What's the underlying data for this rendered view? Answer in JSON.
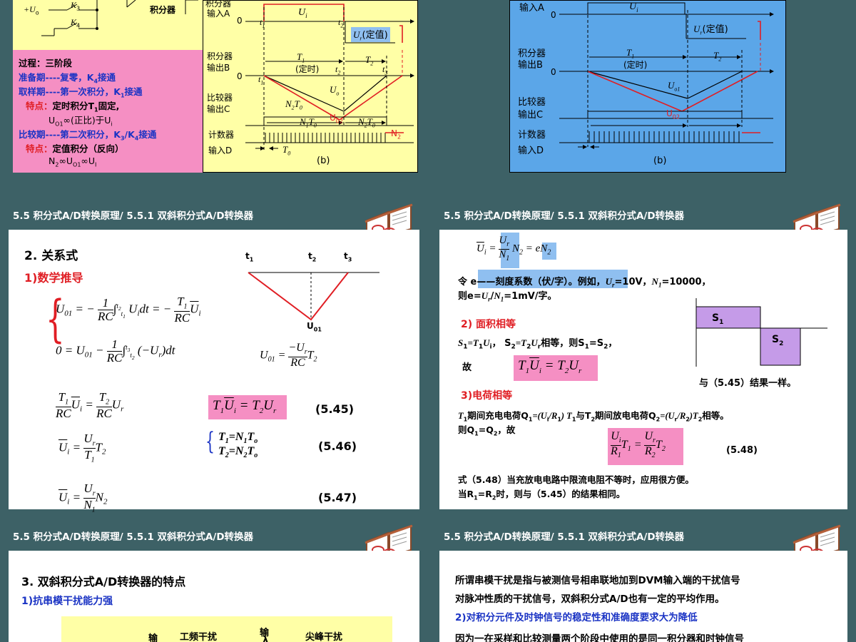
{
  "colors": {
    "bg": "#3d6166",
    "pink": "#f58fc3",
    "yellow_panel": "#ffffa6",
    "blue_panel": "#5ba6e8",
    "red": "#e01e24",
    "blue_text": "#1a33c4"
  },
  "top_left": {
    "circuit": {
      "input": "+U",
      "input_sub": "o",
      "switch_k3": "K",
      "switch_k3_sub": "3",
      "switch_k4": "K",
      "switch_k4_sub": "4",
      "integrator": "积分器"
    },
    "process": {
      "title": "过程：三阶段",
      "prep": "准备期----复零，K",
      "prep_sub": "4",
      "prep_tail": "接通",
      "sample": "取样期----第一次积分，K",
      "sample_sub": "1",
      "sample_tail": "接通",
      "sample_feature_label": "特点：",
      "sample_feature": "定时积分T",
      "sample_feature_sub": "1",
      "sample_feature_tail": "固定,",
      "sample_relation": "U",
      "sample_relation_sub": "O1",
      "sample_relation_tail": "∞(正比)于U",
      "sample_relation_sub2": "i",
      "compare": "比较期----第二次积分，K",
      "compare_sub": "3",
      "compare_mid": "/K",
      "compare_sub2": "4",
      "compare_tail": "接通",
      "compare_feature_label": "特点：",
      "compare_feature": "定值积分（反向）",
      "compare_relation": "N",
      "compare_relation_sub": "2",
      "compare_relation_mid": "∞U",
      "compare_relation_sub2": "O1",
      "compare_relation_mid2": "∞U",
      "compare_relation_sub3": "I"
    },
    "timing": {
      "labels": {
        "integrator_in": "积分器",
        "input_a": "输入A",
        "integrator_out": "积分器",
        "output_b": "输出B",
        "comparator": "比较器",
        "output_c": "输出C",
        "counter": "计数器",
        "input_d": "输入D"
      },
      "zero_a": "0",
      "zero_b": "0",
      "t1": "t",
      "t1_sub": "1",
      "t2": "t",
      "t2_sub": "2",
      "t3": "t",
      "t3_sub": "3",
      "ui": "U",
      "ui_sub": "i",
      "ur_fixed": "U",
      "ur_fixed_sub": "r",
      "ur_fixed_tail": "(定值)",
      "T1": "T",
      "T1_sub": "1",
      "T1_note": "(定时)",
      "T2": "T",
      "T2_sub": "2",
      "uo": "U",
      "uo_sub": "o",
      "u02": "U",
      "u02_sub": "02",
      "n2t0": "N",
      "n2t0_sub": "2",
      "n2t0_tail": "T",
      "n2t0_sub2": "0",
      "n1t0": "N",
      "n1t0_sub": "1",
      "n1t0_tail": "T",
      "n1t0_sub2": "0",
      "n2": "N",
      "n2_sub": "2",
      "t0": "T",
      "t0_sub": "0",
      "caption": "(b)"
    }
  },
  "top_right": {
    "timing": {
      "labels": {
        "input_a": "输入A",
        "integrator_out": "积分器",
        "output_b": "输出B",
        "comparator": "比较器",
        "output_c": "输出C",
        "counter": "计数器",
        "input_d": "输入D"
      },
      "zero_a": "0",
      "zero_b": "0",
      "ui": "U",
      "ui_sub": "i",
      "ur_fixed": "U",
      "ur_fixed_sub": "r",
      "ur_fixed_tail": "(定值)",
      "T1": "T",
      "T1_sub": "1",
      "T1_note": "(定时)",
      "T2": "T",
      "T2_sub": "2",
      "uo1": "U",
      "uo1_sub": "o1",
      "u02": "U",
      "u02_sub": "02",
      "caption": "(b)"
    }
  },
  "mid_left": {
    "header": "5.5  积分式A/D转换原理/ 5.5.1  双斜积分式A/D转换器",
    "section": "2. 关系式",
    "subsection": "1)数学推导",
    "eq_45": "(5.45)",
    "eq_46": "(5.46)",
    "eq_47": "(5.47)",
    "t1_eq": "T",
    "t1_eq_sub": "1",
    "t1_eq_rhs": "=N",
    "t1_eq_rhs_sub": "1",
    "t1_eq_tail": "T",
    "t1_eq_tail_sub": "o",
    "t2_eq": "T",
    "t2_eq_sub": "2",
    "t2_eq_rhs": "=N",
    "t2_eq_rhs_sub": "2",
    "t2_eq_tail": "T",
    "t2_eq_tail_sub": "o",
    "tri_t1": "t",
    "tri_t1_sub": "1",
    "tri_t2": "t",
    "tri_t2_sub": "2",
    "tri_t3": "t",
    "tri_t3_sub": "3",
    "tri_u01": "U",
    "tri_u01_sub": "01"
  },
  "mid_right": {
    "header": "5.5  积分式A/D转换原理/ 5.5.1  双斜积分式A/D转换器",
    "line_e": "令  e——刻度系数（伏/字）。例如，",
    "line_e_ur": "U",
    "line_e_ur_sub": "r",
    "line_e_ur_val": "=10V，",
    "line_e_n1": "N",
    "line_e_n1_sub": "1",
    "line_e_n1_val": "=10000，",
    "line_e2": "则e=",
    "line_e2_ur": "U",
    "line_e2_ur_sub": "r",
    "line_e2_slash": "/",
    "line_e2_n1": "N",
    "line_e2_n1_sub": "1",
    "line_e2_tail": "=1mV/字。",
    "area_title": "2) 面积相等",
    "area_line": "S",
    "area_line_sub": "1",
    "area_line_eq": "=T",
    "area_line_sub2": "1",
    "area_line_ui": "U",
    "area_line_sub3": "i",
    "area_line_mid": "，  S",
    "area_line_sub4": "2",
    "area_line_eq2": "=T",
    "area_line_sub5": "2",
    "area_line_ur": "U",
    "area_line_sub6": "r",
    "area_line_mid2": "相等，则S",
    "area_line_sub7": "1",
    "area_line_eq3": "=S",
    "area_line_sub8": "2",
    "area_line_tail": "，",
    "therefore": "故",
    "s1": "S",
    "s1_sub": "1",
    "s2": "S",
    "s2_sub": "2",
    "same_result": "与（5.45）结果一样。",
    "charge_title": "3)电荷相等",
    "charge_line": "T",
    "charge_line_sub": "1",
    "charge_line_mid": "期间充电电荷Q",
    "charge_line_sub2": "1",
    "charge_line_mid2": "=(U",
    "charge_line_sub3": "i",
    "charge_line_mid3": "/R",
    "charge_line_sub4": "1",
    "charge_line_mid4": ") T",
    "charge_line_sub5": "1",
    "charge_line_mid5": "与T",
    "charge_line_sub6": "2",
    "charge_line_mid6": "期间放电电荷Q",
    "charge_line_sub7": "2",
    "charge_line_mid7": "=(U",
    "charge_line_sub8": "r",
    "charge_line_mid8": "/R",
    "charge_line_sub9": "2",
    "charge_line_mid9": ")T",
    "charge_line_sub10": "2",
    "charge_line_tail": "相等。",
    "then_q": "则Q",
    "then_q_sub": "1",
    "then_q_mid": "=Q",
    "then_q_sub2": "2",
    "then_q_tail": "，故",
    "eq_48": "(5.48)",
    "note1": "式（5.48）当充放电电路中限流电阻不等时，应用很方便。",
    "note2": "当R",
    "note2_sub": "1",
    "note2_mid": "=R",
    "note2_sub2": "2",
    "note2_tail": "时，则与（5.45）的结果相同。"
  },
  "bottom_left": {
    "header": "5.5  积分式A/D转换原理/ 5.5.1  双斜积分式A/D转换器",
    "section": "3. 双斜积分式A/D转换器的特点",
    "subsection": "1)抗串模干扰能力强",
    "table_in": "输",
    "table_power": "工频干扰",
    "table_in2": "输",
    "table_in2b": "λ",
    "table_spike": "尖峰干扰"
  },
  "bottom_right": {
    "header": "5.5  积分式A/D转换原理/ 5.5.1  双斜积分式A/D转换器",
    "line1": "所谓串模干扰是指与被测信号相串联地加到DVM输入端的干扰信号",
    "line2": "对脉冲性质的干扰信号，双斜积分式A/D也有一定的平均作用。",
    "line3": "2)对积分元件及时钟信号的稳定性和准确度要求大为降低",
    "line4": "因为一在采样和比较测量两个阶段中使用的是同一积分器和时钟信号"
  }
}
